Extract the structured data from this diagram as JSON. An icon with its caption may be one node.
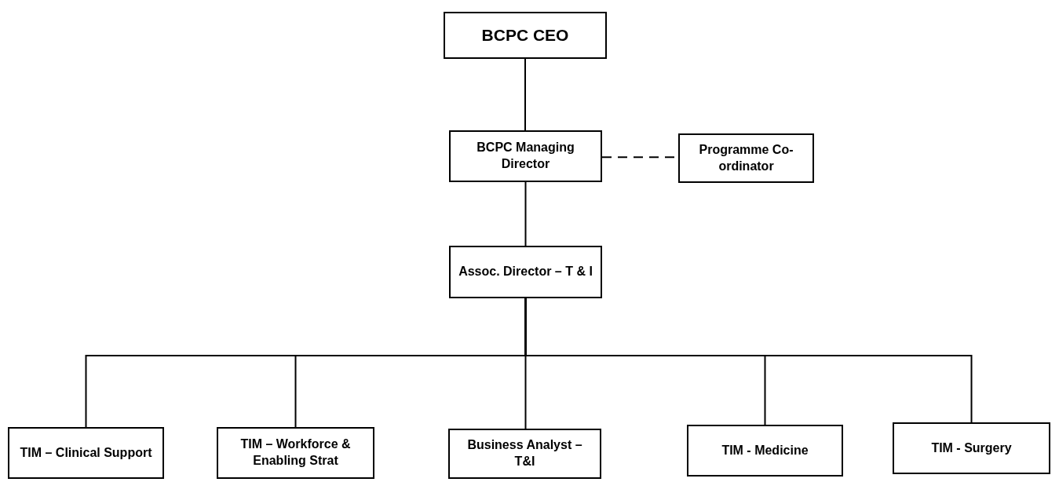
{
  "diagram": {
    "nodes": [
      {
        "text": [
          "BCPC CEO"
        ]
      },
      {
        "text": [
          "BCPC Managing Director"
        ]
      },
      {
        "text": [
          "Programme Co-ordinator"
        ]
      },
      {
        "text": [
          "Assoc. Director – T & I"
        ]
      },
      {
        "text": [
          "TIM – Clinical Support"
        ]
      },
      {
        "text": [
          "TIM – Workforce & Enabling Strat"
        ]
      },
      {
        "text": [
          "Business Analyst – T&I"
        ]
      },
      {
        "text": [
          "TIM - Medicine"
        ]
      },
      {
        "text": [
          "TIM - Surgery"
        ]
      }
    ],
    "edges": [
      {
        "from": 0,
        "to": 1,
        "arrow": "none"
      },
      {
        "from": 1,
        "to": 2,
        "arrow": "none",
        "style": "dashed"
      },
      {
        "from": 1,
        "to": 3,
        "arrow": "none"
      },
      {
        "from": 3,
        "to": 4,
        "arrow": "none"
      },
      {
        "from": 3,
        "to": 5,
        "arrow": "none"
      },
      {
        "from": 3,
        "to": 6,
        "arrow": "none"
      },
      {
        "from": 3,
        "to": 7,
        "arrow": "none"
      },
      {
        "from": 3,
        "to": 8,
        "arrow": "none"
      }
    ]
  }
}
